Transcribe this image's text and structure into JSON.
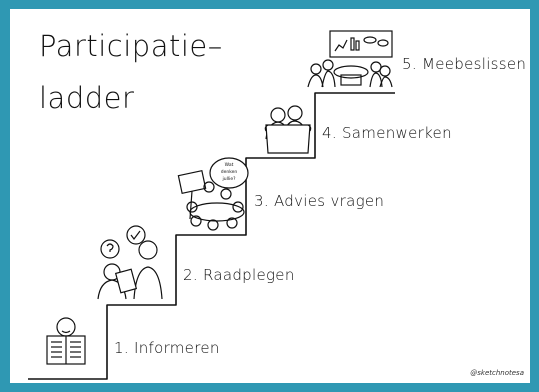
{
  "title": {
    "line1": "Participatie–",
    "line2": "ladder"
  },
  "steps": [
    {
      "label": "1. Informeren"
    },
    {
      "label": "2. Raadplegen"
    },
    {
      "label": "3. Advies vragen"
    },
    {
      "label": "4. Samenwerken"
    },
    {
      "label": "5. Meebeslissen"
    }
  ],
  "speech_bubble": {
    "line1": "Wat",
    "line2": "denken",
    "line3": "jullie?"
  },
  "credit": "@sketchnotesa",
  "colors": {
    "background": "#2f98b3",
    "paper": "#ffffff",
    "ink": "#111111"
  }
}
